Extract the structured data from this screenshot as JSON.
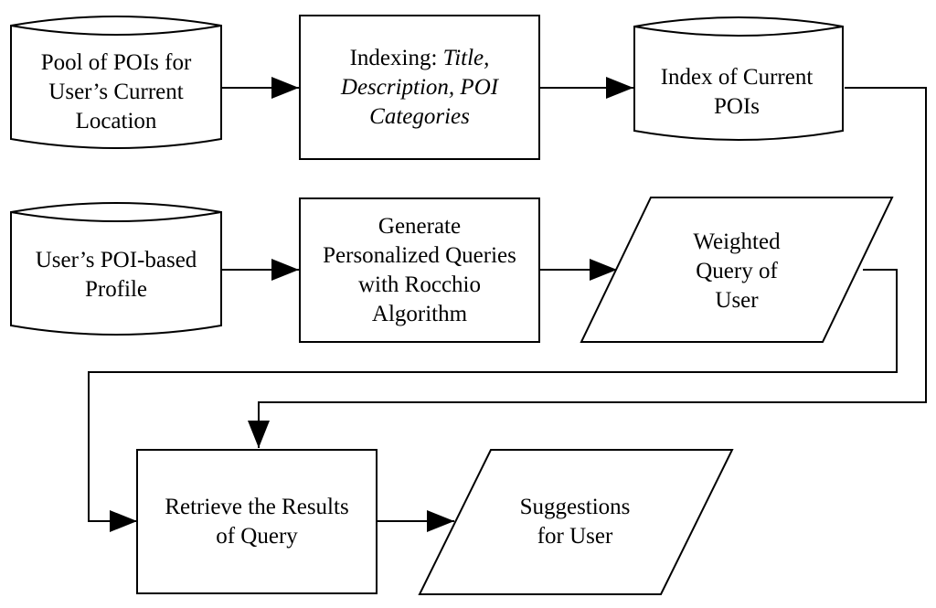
{
  "colors": {
    "stroke": "#000000",
    "fill": "#ffffff"
  },
  "nodes": {
    "pool": {
      "shape": "cylinder",
      "lines": [
        "Pool of POIs for",
        "User’s Current",
        "Location"
      ]
    },
    "indexing": {
      "shape": "rectangle",
      "line1_plain": "Indexing: ",
      "line1_italic": "Title,",
      "line2_italic": "Description, POI",
      "line3_italic": "Categories"
    },
    "index": {
      "shape": "cylinder",
      "lines": [
        "Index of Current",
        "POIs"
      ]
    },
    "profile": {
      "shape": "cylinder",
      "lines": [
        "User’s POI-based",
        "Profile"
      ]
    },
    "generate": {
      "shape": "rectangle",
      "lines": [
        "Generate",
        "Personalized Queries",
        "with Rocchio",
        "Algorithm"
      ]
    },
    "weighted": {
      "shape": "parallelogram",
      "lines": [
        "Weighted",
        "Query of",
        "User"
      ]
    },
    "retrieve": {
      "shape": "rectangle",
      "lines": [
        "Retrieve the Results",
        "of Query"
      ]
    },
    "suggestions": {
      "shape": "parallelogram",
      "lines": [
        "Suggestions",
        "for User"
      ]
    }
  },
  "edges": [
    {
      "from": "pool",
      "to": "indexing"
    },
    {
      "from": "indexing",
      "to": "index"
    },
    {
      "from": "profile",
      "to": "generate"
    },
    {
      "from": "generate",
      "to": "weighted"
    },
    {
      "from": "index",
      "to": "retrieve"
    },
    {
      "from": "weighted",
      "to": "retrieve"
    },
    {
      "from": "retrieve",
      "to": "suggestions"
    }
  ]
}
